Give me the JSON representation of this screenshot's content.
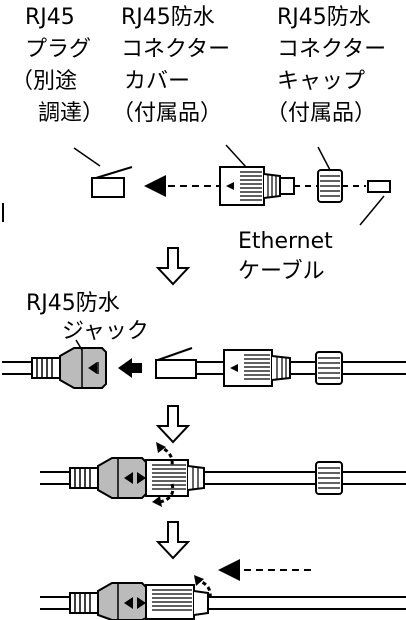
{
  "labels": {
    "plug": [
      "RJ45",
      "プラグ",
      "（別途",
      "調達）"
    ],
    "cover": [
      "RJ45防水",
      "コネクター",
      "カバー",
      "（付属品）"
    ],
    "cap": [
      "RJ45防水",
      "コネクター",
      "キャップ",
      "（付属品）"
    ],
    "ethernet": [
      "Ethernet",
      "ケーブル"
    ],
    "jack": [
      "RJ45防水",
      "ジャック"
    ]
  }
}
